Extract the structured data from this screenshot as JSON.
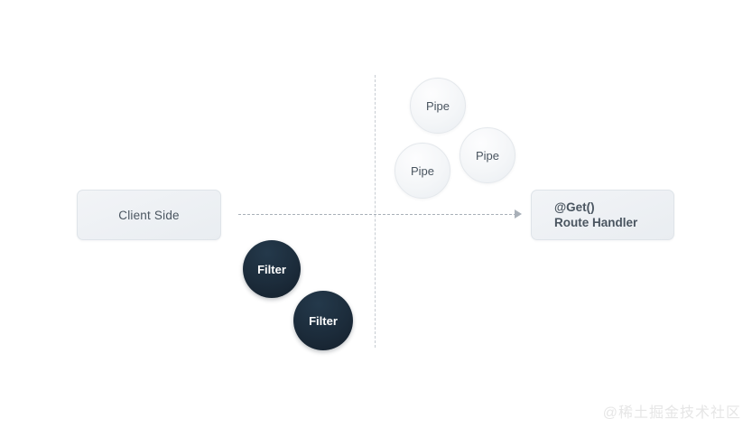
{
  "diagram": {
    "boxes": {
      "client_side": {
        "label": "Client Side"
      },
      "route_handler": {
        "line1": "@Get()",
        "line2": "Route Handler"
      }
    },
    "pipes": [
      {
        "label": "Pipe"
      },
      {
        "label": "Pipe"
      },
      {
        "label": "Pipe"
      }
    ],
    "filters": [
      {
        "label": "Filter"
      },
      {
        "label": "Filter"
      }
    ]
  },
  "watermark": {
    "text": "@稀土掘金技术社区"
  },
  "colors": {
    "box_fill": "#eff2f5",
    "box_border": "#dfe4e9",
    "text_slate": "#4a5560",
    "pipe_fill": "#f4f6f8",
    "filter_fill": "#1c2c3b",
    "dashed_line": "#c7ccd2",
    "arrow": "#a9b0b8",
    "watermark": "#e6e6e6"
  }
}
